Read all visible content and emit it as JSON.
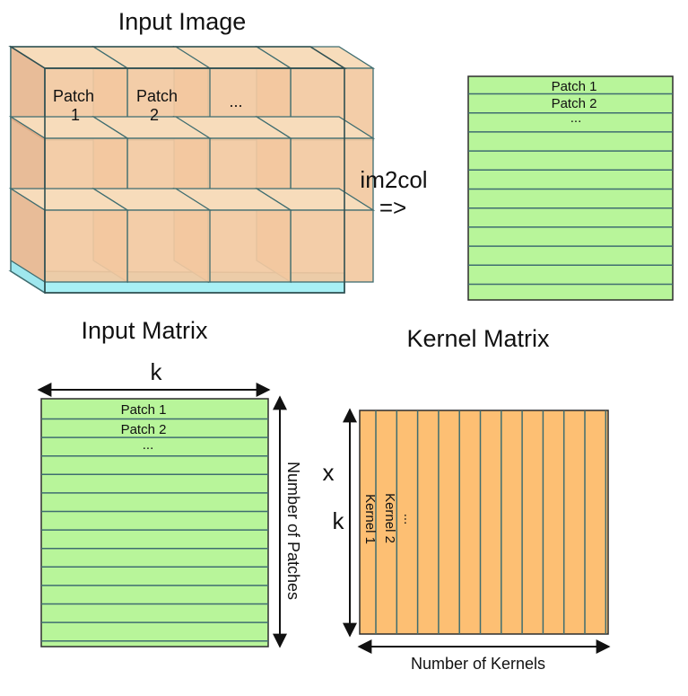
{
  "titles": {
    "input_image": "Input Image",
    "input_matrix": "Input Matrix",
    "kernel_matrix": "Kernel Matrix"
  },
  "transform": {
    "name": "im2col",
    "arrow": "=>"
  },
  "patches": {
    "first_label": "Patch",
    "first_num": "1",
    "second_label": "Patch",
    "second_num": "2",
    "ellipsis": "..."
  },
  "patch_matrix": {
    "rows": [
      "Patch 1",
      "Patch 2",
      "..."
    ],
    "fill_color": "#b8f59a"
  },
  "input_matrix": {
    "width_label": "k",
    "height_label": "Number of Patches"
  },
  "kernel_matrix": {
    "columns": [
      "Kernel 1",
      "Kernel 2",
      "..."
    ],
    "height_label_top": "x",
    "height_label_bottom": "k",
    "width_label": "Number of Kernels",
    "fill_color": "#fdbf73"
  },
  "colors": {
    "cube_fill": "#f2c9a1",
    "cube_slice": "#f5b488",
    "base_fill": "#a8f0f5",
    "line": "#3f6d70"
  }
}
